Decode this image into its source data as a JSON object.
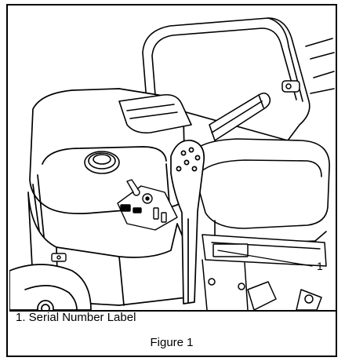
{
  "figure": {
    "callout_number": "1",
    "legend_text": "1. Serial Number Label",
    "caption": "Figure 1"
  }
}
